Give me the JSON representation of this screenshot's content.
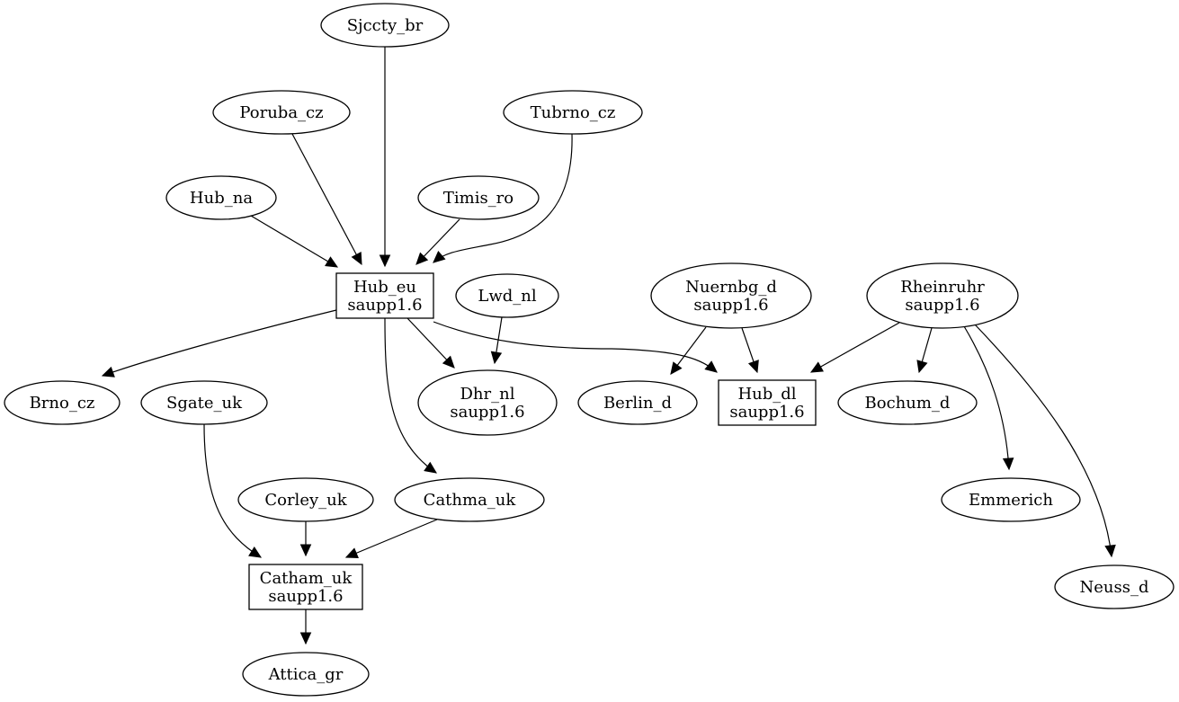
{
  "graph": {
    "nodes": [
      {
        "id": "sjccty_br",
        "shape": "ellipse",
        "lines": [
          "Sjccty_br"
        ]
      },
      {
        "id": "poruba_cz",
        "shape": "ellipse",
        "lines": [
          "Poruba_cz"
        ]
      },
      {
        "id": "tubrno_cz",
        "shape": "ellipse",
        "lines": [
          "Tubrno_cz"
        ]
      },
      {
        "id": "hub_na",
        "shape": "ellipse",
        "lines": [
          "Hub_na"
        ]
      },
      {
        "id": "timis_ro",
        "shape": "ellipse",
        "lines": [
          "Timis_ro"
        ]
      },
      {
        "id": "hub_eu",
        "shape": "box",
        "lines": [
          "Hub_eu",
          "saupp1.6"
        ]
      },
      {
        "id": "lwd_nl",
        "shape": "ellipse",
        "lines": [
          "Lwd_nl"
        ]
      },
      {
        "id": "nuernbg_d",
        "shape": "ellipse",
        "lines": [
          "Nuernbg_d",
          "saupp1.6"
        ]
      },
      {
        "id": "rheinruhr",
        "shape": "ellipse",
        "lines": [
          "Rheinruhr",
          "saupp1.6"
        ]
      },
      {
        "id": "brno_cz",
        "shape": "ellipse",
        "lines": [
          "Brno_cz"
        ]
      },
      {
        "id": "sgate_uk",
        "shape": "ellipse",
        "lines": [
          "Sgate_uk"
        ]
      },
      {
        "id": "dhr_nl",
        "shape": "ellipse",
        "lines": [
          "Dhr_nl",
          "saupp1.6"
        ]
      },
      {
        "id": "berlin_d",
        "shape": "ellipse",
        "lines": [
          "Berlin_d"
        ]
      },
      {
        "id": "hub_dl",
        "shape": "box",
        "lines": [
          "Hub_dl",
          "saupp1.6"
        ]
      },
      {
        "id": "bochum_d",
        "shape": "ellipse",
        "lines": [
          "Bochum_d"
        ]
      },
      {
        "id": "corley_uk",
        "shape": "ellipse",
        "lines": [
          "Corley_uk"
        ]
      },
      {
        "id": "cathma_uk",
        "shape": "ellipse",
        "lines": [
          "Cathma_uk"
        ]
      },
      {
        "id": "emmerich",
        "shape": "ellipse",
        "lines": [
          "Emmerich"
        ]
      },
      {
        "id": "catham_uk",
        "shape": "box",
        "lines": [
          "Catham_uk",
          "saupp1.6"
        ]
      },
      {
        "id": "neuss_d",
        "shape": "ellipse",
        "lines": [
          "Neuss_d"
        ]
      },
      {
        "id": "attica_gr",
        "shape": "ellipse",
        "lines": [
          "Attica_gr"
        ]
      }
    ],
    "edges": [
      {
        "from": "sjccty_br",
        "to": "hub_eu"
      },
      {
        "from": "poruba_cz",
        "to": "hub_eu"
      },
      {
        "from": "hub_na",
        "to": "hub_eu"
      },
      {
        "from": "timis_ro",
        "to": "hub_eu"
      },
      {
        "from": "tubrno_cz",
        "to": "hub_eu"
      },
      {
        "from": "hub_eu",
        "to": "brno_cz"
      },
      {
        "from": "hub_eu",
        "to": "dhr_nl"
      },
      {
        "from": "hub_eu",
        "to": "hub_dl"
      },
      {
        "from": "hub_eu",
        "to": "cathma_uk"
      },
      {
        "from": "lwd_nl",
        "to": "dhr_nl"
      },
      {
        "from": "nuernbg_d",
        "to": "berlin_d"
      },
      {
        "from": "nuernbg_d",
        "to": "hub_dl"
      },
      {
        "from": "rheinruhr",
        "to": "hub_dl"
      },
      {
        "from": "rheinruhr",
        "to": "bochum_d"
      },
      {
        "from": "rheinruhr",
        "to": "emmerich"
      },
      {
        "from": "rheinruhr",
        "to": "neuss_d"
      },
      {
        "from": "sgate_uk",
        "to": "catham_uk"
      },
      {
        "from": "corley_uk",
        "to": "catham_uk"
      },
      {
        "from": "cathma_uk",
        "to": "catham_uk"
      },
      {
        "from": "catham_uk",
        "to": "attica_gr"
      }
    ]
  }
}
